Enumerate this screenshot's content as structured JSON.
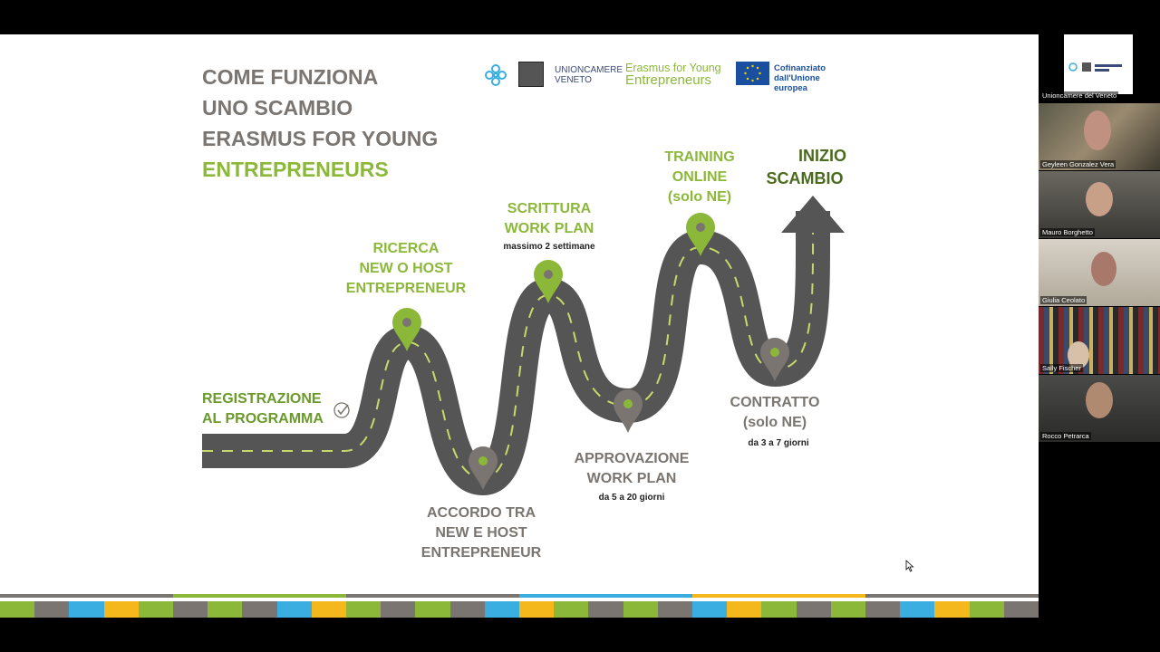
{
  "slide": {
    "title_lines": [
      "COME FUNZIONA",
      "UNO SCAMBIO",
      "ERASMUS FOR YOUNG",
      "ENTREPRENEURS"
    ],
    "logos": {
      "unioncamere": [
        "UNIONCAMERE",
        "VENETO"
      ],
      "erasmus": [
        "Erasmus for Young",
        "Entrepreneurs"
      ],
      "eu": [
        "Cofinanziato",
        "dall'Unione europea"
      ]
    },
    "steps": {
      "registrazione": [
        "REGISTRAZIONE",
        "AL PROGRAMMA"
      ],
      "ricerca": [
        "RICERCA",
        "NEW O HOST",
        "ENTREPRENEUR"
      ],
      "accordo": [
        "ACCORDO TRA",
        "NEW E HOST",
        "ENTREPRENEUR"
      ],
      "scrittura": [
        "SCRITTURA",
        "WORK PLAN"
      ],
      "scrittura_sub": "massimo 2 settimane",
      "approvazione": [
        "APPROVAZIONE",
        "WORK PLAN"
      ],
      "approvazione_sub": "da 5 a 20 giorni",
      "training": [
        "TRAINING",
        "ONLINE",
        "(solo NE)"
      ],
      "contratto": [
        "CONTRATTO",
        "(solo NE)"
      ],
      "contratto_sub": "da 3 a 7 giorni",
      "inizio": [
        "INIZIO",
        "SCAMBIO"
      ]
    },
    "colors": {
      "green": "#8cb83a",
      "gray": "#7a7570",
      "road": "#555555",
      "stripe_palette": [
        "#8cb83a",
        "#7a7570",
        "#3aaee0",
        "#f5b81c"
      ]
    }
  },
  "participants": [
    {
      "name": "Unioncamere del Veneto"
    },
    {
      "name": "Geyleen Gonzalez Vera"
    },
    {
      "name": "Mauro Borghetto"
    },
    {
      "name": "Giulia Ceolato"
    },
    {
      "name": "Sally Fischer"
    },
    {
      "name": "Rocco Petrarca"
    }
  ]
}
